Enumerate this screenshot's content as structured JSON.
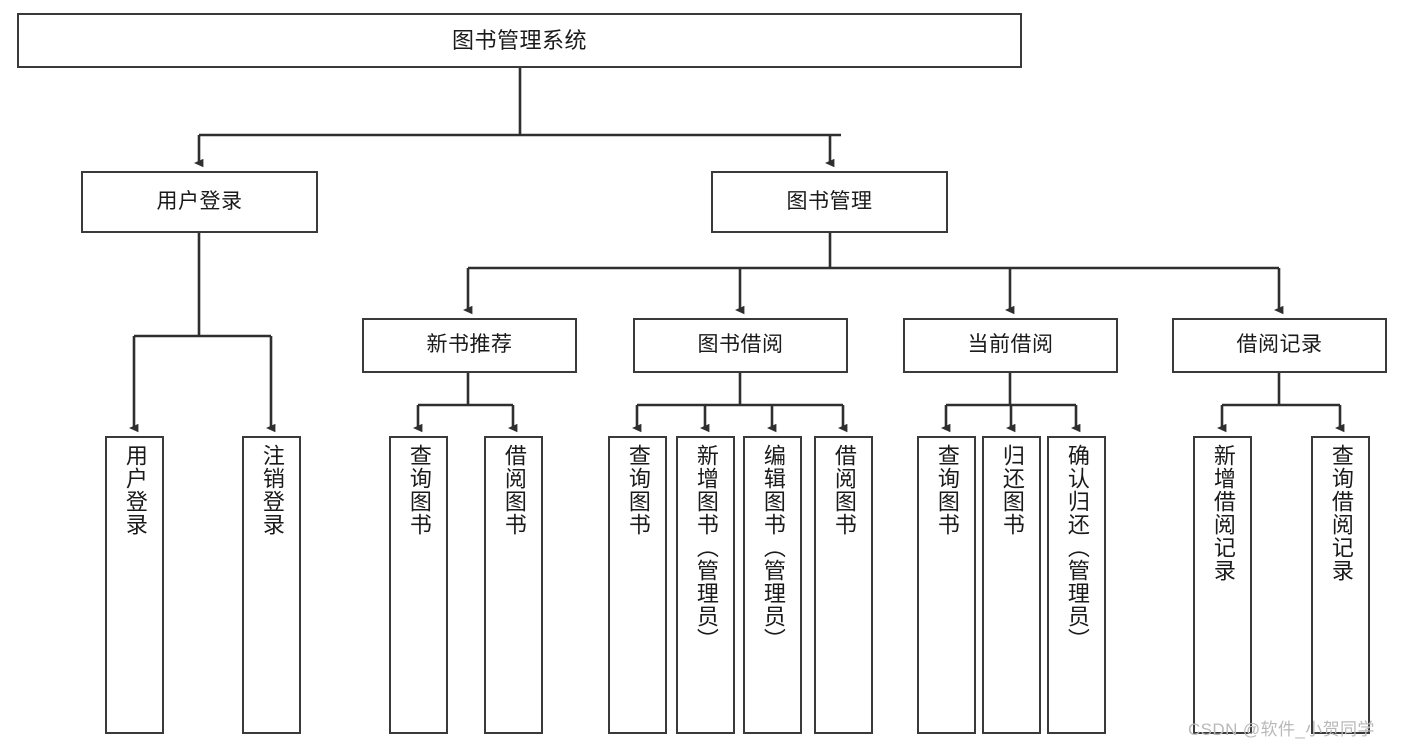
{
  "diagram": {
    "title": "图书管理系统",
    "type": "hierarchy-tree",
    "colors": {
      "box_border": "#3a3a3a",
      "box_fill": "#ffffff",
      "edge": "#2f2f2f",
      "text": "#1a1a1a",
      "watermark": "#b9b9b9",
      "background": "#ffffff"
    },
    "watermark": "CSDN @软件_小贺同学",
    "nodes": {
      "root": {
        "label": "图书管理系统"
      },
      "level2": [
        {
          "label": "用户登录"
        },
        {
          "label": "图书管理"
        }
      ],
      "level3": [
        {
          "label": "新书推荐"
        },
        {
          "label": "图书借阅"
        },
        {
          "label": "当前借阅"
        },
        {
          "label": "借阅记录"
        }
      ],
      "leaves": {
        "user_login": [
          {
            "label": "用户登录"
          },
          {
            "label": "注销登录"
          }
        ],
        "new_book": [
          {
            "label": "查询图书"
          },
          {
            "label": "借阅图书"
          }
        ],
        "book_borrow": [
          {
            "label": "查询图书"
          },
          {
            "label": "新增图书（管理员）"
          },
          {
            "label": "编辑图书（管理员）"
          },
          {
            "label": "借阅图书"
          }
        ],
        "current_borrow": [
          {
            "label": "查询图书"
          },
          {
            "label": "归还图书"
          },
          {
            "label": "确认归还（管理员）"
          }
        ],
        "borrow_record": [
          {
            "label": "新增借阅记录"
          },
          {
            "label": "查询借阅记录"
          }
        ]
      }
    }
  }
}
